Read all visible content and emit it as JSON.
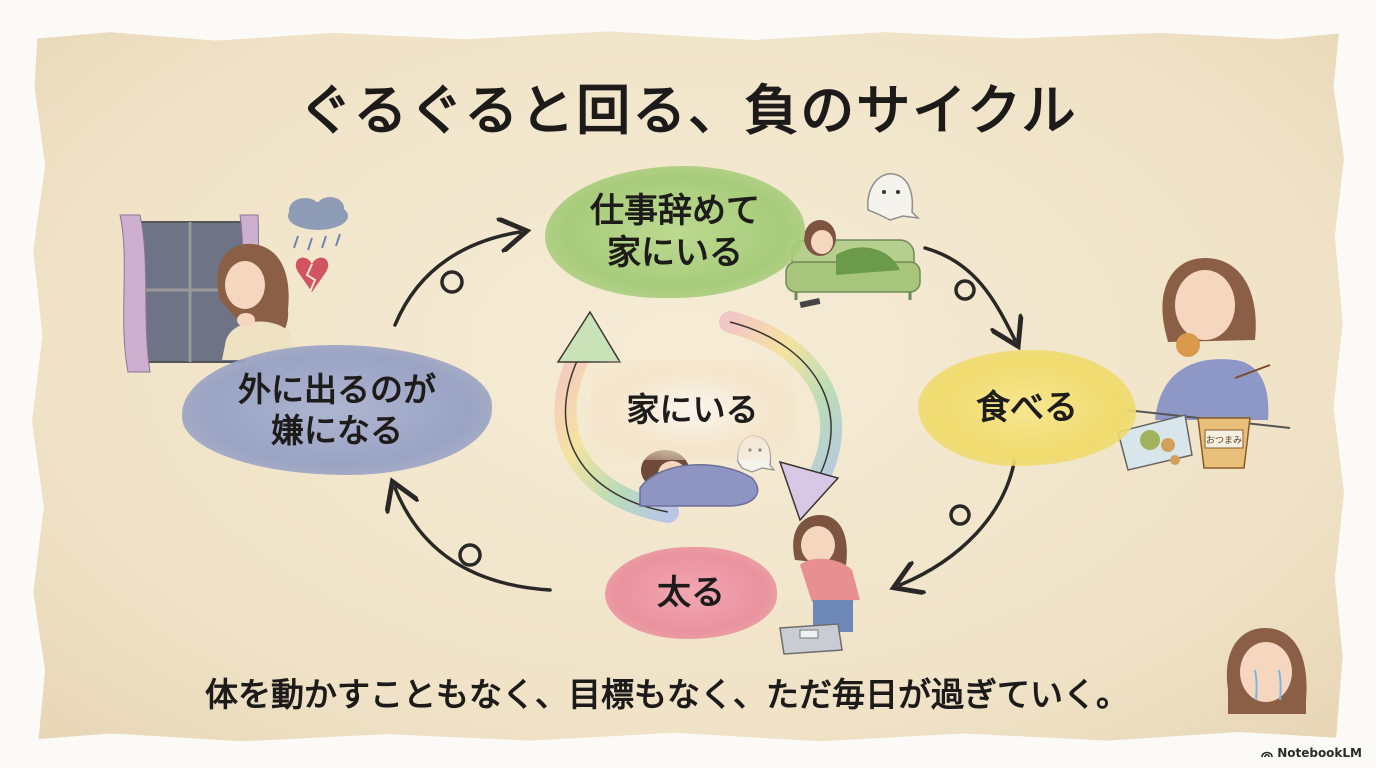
{
  "title": "ぐるぐると回る、負のサイクル",
  "nodes": {
    "top": [
      "仕事辞めて",
      "家にいる"
    ],
    "right": [
      "食べる"
    ],
    "bottom": [
      "太る"
    ],
    "left": [
      "外に出るのが",
      "嫌になる"
    ],
    "center": [
      "家にいる"
    ]
  },
  "caption": "体を動かすこともなく、目標もなく、ただ毎日が過ぎていく。",
  "package_label": "おつまみ",
  "brand": "NotebookLM",
  "colors": {
    "top": "#a7cc7b",
    "left": "#9aa3c4",
    "right": "#f0db6e",
    "bottom": "#ea929f",
    "ink": "#1d1b1a"
  }
}
